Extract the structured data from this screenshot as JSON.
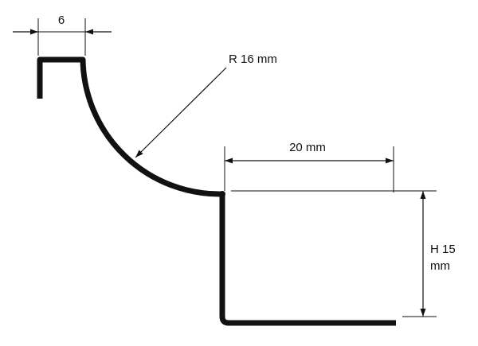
{
  "diagram": {
    "labels": {
      "width_dim": "6",
      "radius": "R 16 mm",
      "depth_dim": "20 mm",
      "height_line1": "H 15",
      "height_line2": "mm"
    },
    "colors": {
      "profile": "#111111",
      "dimension": "#111111",
      "background": "#ffffff"
    }
  }
}
